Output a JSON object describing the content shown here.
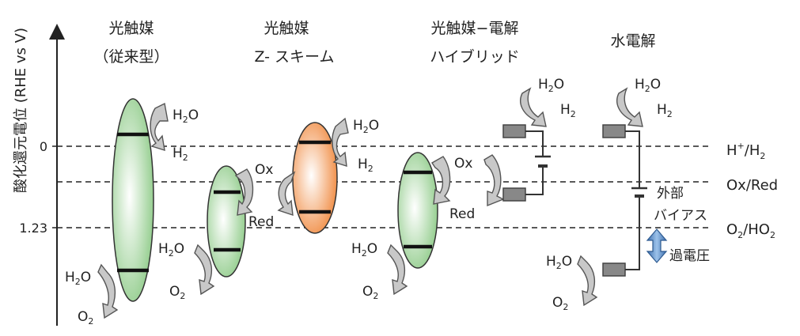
{
  "axis": {
    "ylabel": "酸化還元電位 (RHE vs V)",
    "tick_zero": "0",
    "tick_123": "1.23"
  },
  "columns": {
    "col1": {
      "line1": "光触媒",
      "line2": "（従来型）"
    },
    "col2": {
      "line1": "光触媒",
      "line2": "Z- スキーム"
    },
    "col3": {
      "line1": "光触媒−電解",
      "line2": "ハイブリッド"
    },
    "col4": {
      "line1": "水電解"
    }
  },
  "levels": {
    "h_plus": "H",
    "h_plus_sup": "+",
    "h_plus_rest": "/H",
    "h_plus_sub": "2",
    "ox_red": "Ox/Red",
    "o2": "O",
    "o2_sub": "2",
    "o2_rest": "/H",
    "o2_tail": "O",
    "o2_tail_sub": "2"
  },
  "species": {
    "h": "H",
    "h2o_rest": "O",
    "sub2": "2",
    "o": "O",
    "ox": "Ox",
    "red": "Red"
  },
  "labels": {
    "external": "外部",
    "bias": "バイアス",
    "overpotential": "過電圧"
  },
  "colors": {
    "green": "#9fd39a",
    "orange": "#f29a55",
    "arrow_blue": "#5a8cc8"
  }
}
